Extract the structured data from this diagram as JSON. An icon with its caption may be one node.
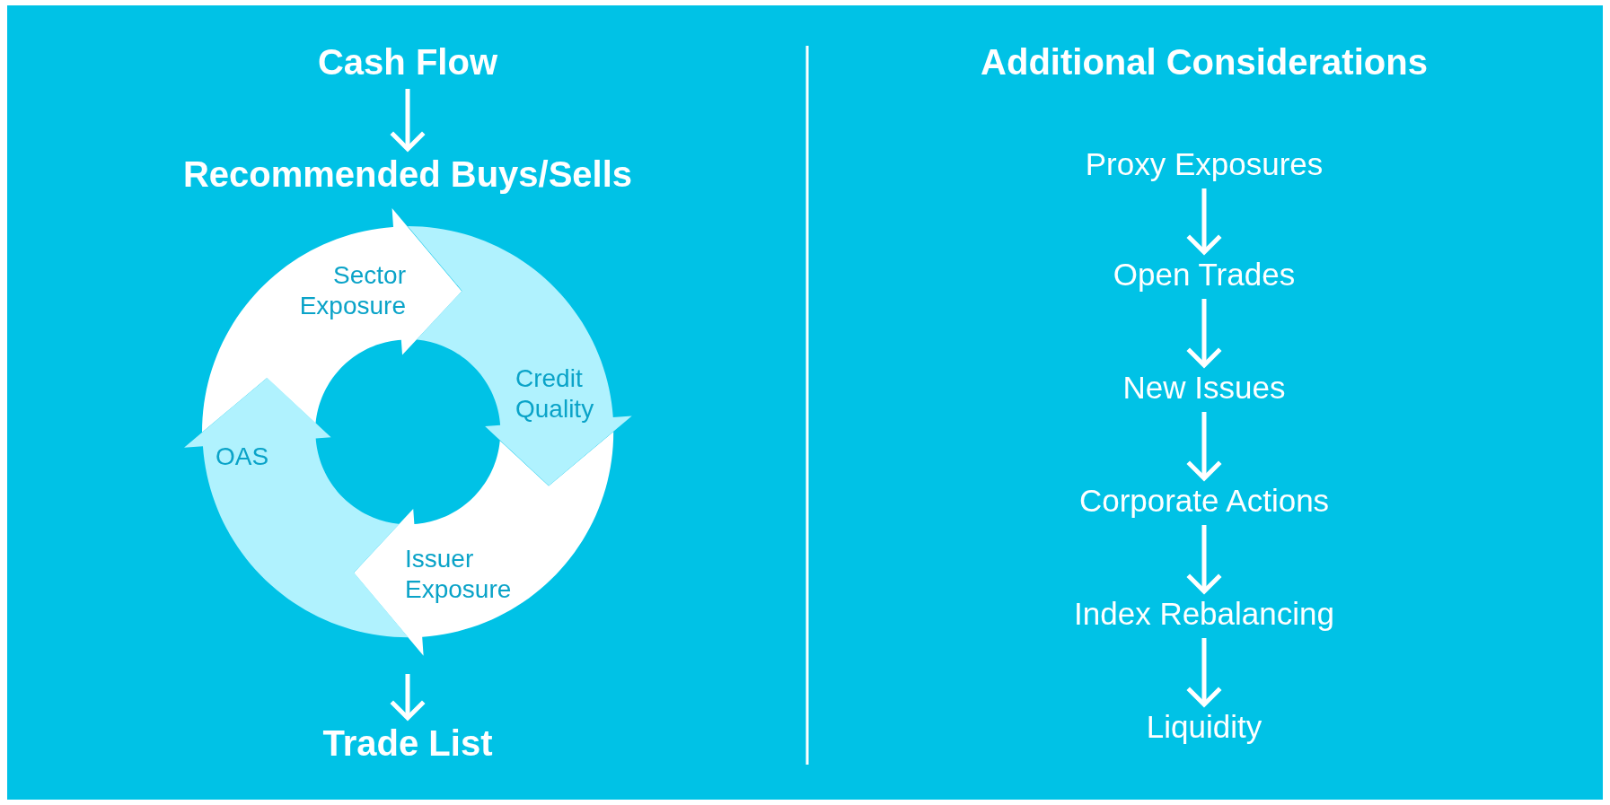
{
  "diagram": {
    "nodes": [
      {
        "text": [
          "Cash Flow"
        ]
      },
      {
        "text": [
          "Recommended Buys/Sells"
        ]
      },
      {
        "text": [
          "Sector Exposure"
        ]
      },
      {
        "text": [
          "Credit Quality"
        ]
      },
      {
        "text": [
          "Issuer Exposure"
        ]
      },
      {
        "text": [
          "OAS"
        ]
      },
      {
        "text": [
          "Trade List"
        ]
      },
      {
        "text": [
          "Proxy Exposures"
        ]
      },
      {
        "text": [
          "Open Trades"
        ]
      },
      {
        "text": [
          "New Issues"
        ]
      },
      {
        "text": [
          "Corporate Actions"
        ]
      },
      {
        "text": [
          "Index Rebalancing"
        ]
      },
      {
        "text": [
          "Liquidity"
        ]
      }
    ],
    "edges": [
      {
        "from": 0,
        "to": 1,
        "arrow": "to"
      },
      {
        "from": null,
        "to": 6,
        "arrow": "to"
      },
      {
        "from": 7,
        "to": 8,
        "arrow": "to"
      },
      {
        "from": 8,
        "to": 9,
        "arrow": "to"
      },
      {
        "from": 9,
        "to": 10,
        "arrow": "to"
      },
      {
        "from": 10,
        "to": 11,
        "arrow": "to"
      },
      {
        "from": 11,
        "to": 12,
        "arrow": "to"
      }
    ],
    "labels": [
      "Additional Considerations"
    ]
  }
}
